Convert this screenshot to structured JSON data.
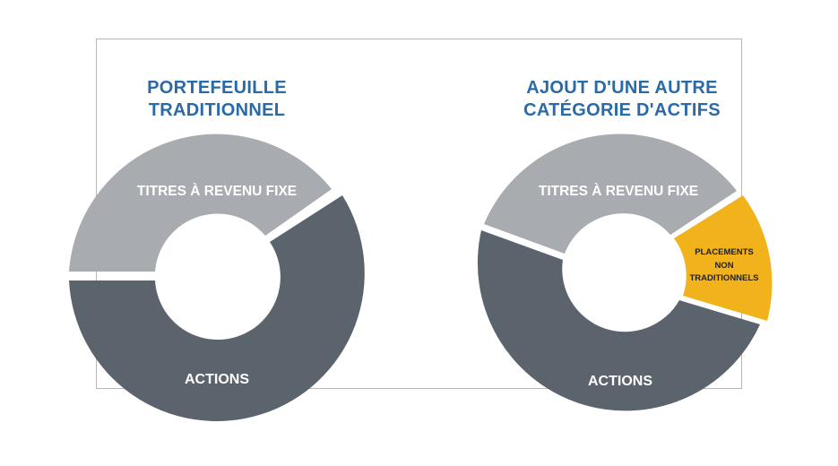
{
  "diagram": {
    "left": {
      "title_line1": "PORTEFEUILLE",
      "title_line2": "TRADITIONNEL",
      "segments": [
        {
          "label": "TITRES À REVENU FIXE",
          "color": "#a8abaf"
        },
        {
          "label": "ACTIONS",
          "color": "#5b646d"
        }
      ]
    },
    "right": {
      "title_line1": "AJOUT D'UNE AUTRE",
      "title_line2": "CATÉGORIE D'ACTIFS",
      "segments": [
        {
          "label": "TITRES À REVENU FIXE",
          "color": "#a8abaf"
        },
        {
          "label": "ACTIONS",
          "color": "#5b646d"
        },
        {
          "label_line1": "PLACEMENTS",
          "label_line2": "NON",
          "label_line3": "TRADITIONNELS",
          "color": "#f1b21c"
        }
      ]
    },
    "frame_color": "#e8b53a",
    "title_color": "#2a6aa6"
  }
}
